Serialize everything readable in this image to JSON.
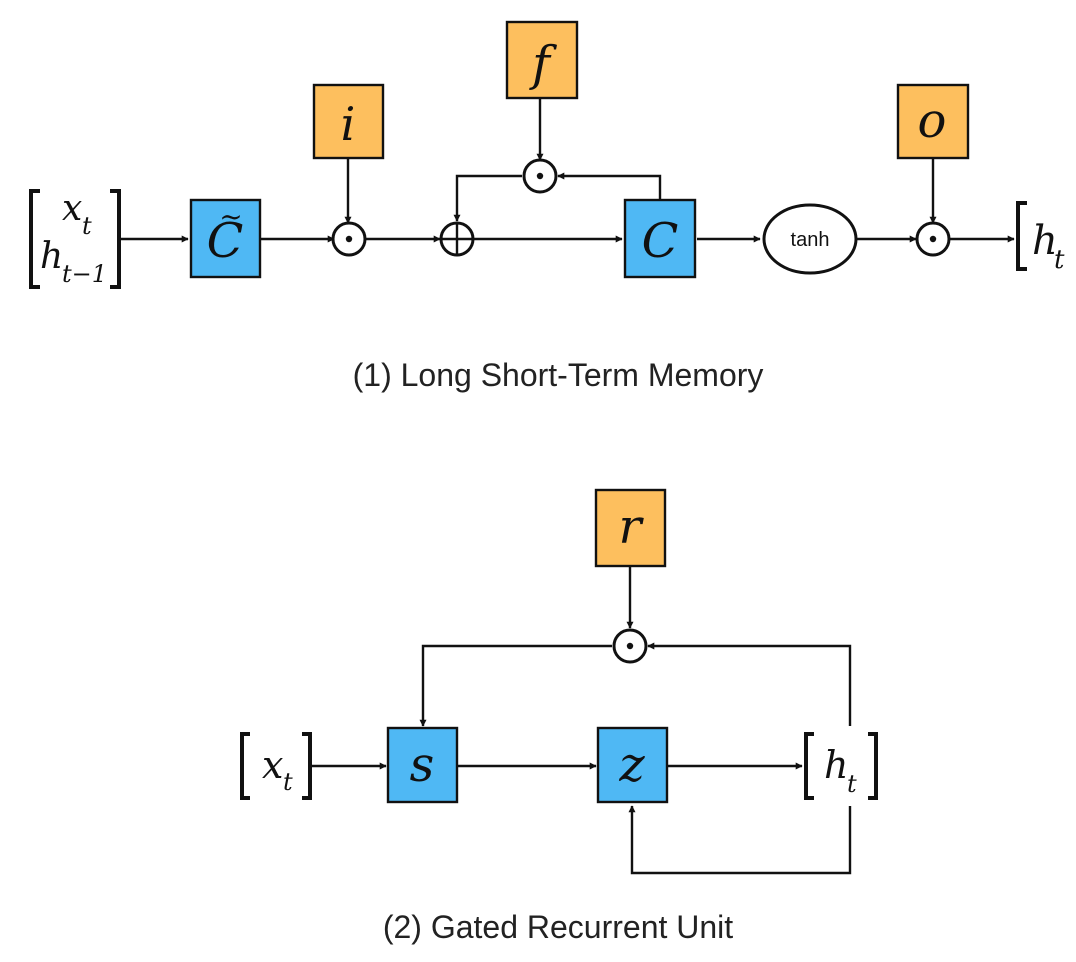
{
  "colors": {
    "state_box": "#4fb8f4",
    "gate_box": "#fdbf5e",
    "line": "#111111"
  },
  "lstm": {
    "caption": "(1) Long Short-Term Memory",
    "inputs": [
      "x",
      "h"
    ],
    "input_subscripts": [
      "t",
      "t−1"
    ],
    "candidate_label": "C",
    "candidate_accent": "~",
    "gate_input": "i",
    "gate_forget": "f",
    "gate_output": "o",
    "cell_label": "C",
    "tanh_label": "tanh",
    "output": "h",
    "output_subscript": "t"
  },
  "gru": {
    "caption": "(2) Gated Recurrent Unit",
    "input": "x",
    "input_subscript": "t",
    "gate_reset": "r",
    "s_label": "s",
    "z_label": "z",
    "output": "h",
    "output_subscript": "t"
  }
}
